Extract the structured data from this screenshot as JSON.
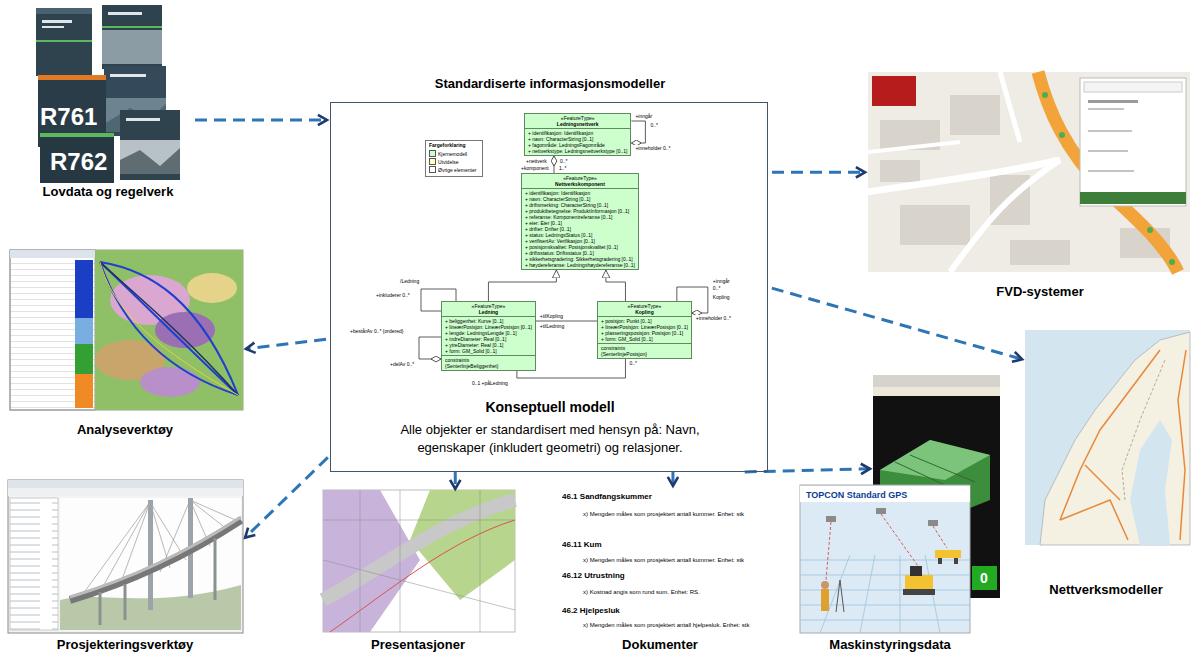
{
  "diagram": {
    "nodes": [
      {
        "text": [
          "R761",
          "R762",
          "Lovdata og regelverk"
        ]
      },
      {
        "text": [
          "Standardiserte informasjonsmodeller",
          "Konseptuell modell",
          "Alle objekter er standardisert med hensyn på: Navn, egenskaper (inkludert geometri) og relasjoner."
        ]
      },
      {
        "text": [
          "«FeatureType»",
          "Ledningsnettverk",
          "+ identifikasjon: Identifikasjon",
          "+ navn: CharacterString [0..1]",
          "+ fagområde: LedningsFagområde",
          "+ nettverkstype: Ledningsnettverkstype [0..1]"
        ],
        "in": 1
      },
      {
        "text": [
          "«FeatureType»",
          "Nettverkskomponent",
          "+ identifikasjon: Identifikasjon",
          "+ navn: CharacterString [0..1]",
          "+ driftsmerking: CharacterString [0..1]",
          "+ produktbetegnelse: ProduktInformasjon [0..1]",
          "+ referanse: Komponentreferanse [0..1]",
          "+ eier: Eier [0..1]",
          "+ drifter: Drifter [0..1]",
          "+ status: LedningsStatus [0..1]",
          "+ verifisertAv: Verifikasjon [0..1]",
          "+ posisjonskvalitet: Posisjonskvalitet [0..1]",
          "+ driftsstatus: Driftsstatus [0..1]",
          "+ sikkerhetsgradering: Sikkerhetsgradering [0..1]",
          "+ høydereferanse: Ledningshøydereferanse [0..1]"
        ],
        "in": 1
      },
      {
        "text": [
          "«FeatureType»",
          "Ledning",
          "+ beliggenhet: Kurve [0..1]",
          "+ lineærPosisjon: LineærPosisjon [0..1]",
          "+ lengde: LedningsLengde [0..1]",
          "+ indreDiameter: Real [0..1]",
          "+ ytreDiameter: Real [0..1]",
          "+ form: GM_Solid [0..1]",
          "constraints",
          "{SenterlinjeBeliggenhet}"
        ],
        "in": 1
      },
      {
        "text": [
          "«FeatureType»",
          "Kopling",
          "+ posisjon: Punkt [0..1]",
          "+ lineærPosisjon: LineærPosisjon [0..1]",
          "+ plasseringsposisjon: Posisjon [0..1]",
          "+ form: GM_Solid [0..1]",
          "constraints",
          "{SenterlinjePosisjon}"
        ],
        "in": 1
      },
      {
        "text": [
          "FVD-systemer"
        ]
      },
      {
        "text": [
          "Analyseverktøy"
        ]
      },
      {
        "text": [
          "Nettverksmodeller"
        ]
      },
      {
        "text": [
          "TOPCON Standard GPS",
          "0",
          "Maskinstyringsdata"
        ]
      },
      {
        "text": [
          "Prosjekteringsverktøy"
        ]
      },
      {
        "text": [
          "Presentasjoner"
        ]
      },
      {
        "text": [
          "46.1 Sandfangskummer",
          "x) Mengden måles som prosjektert antall kummer. Enhet: stk",
          "46.11 Kum",
          "x) Mengden måles som prosjektert antall kummer. Enhet: stk",
          "46.12 Utrustning",
          "x) Kostnad angis som rund sum. Enhet: RS.",
          "46.2 Hjelpesluk",
          "x) Mengden måles som prosjektert antall hjelpesluk. Enhet: stk",
          "Dokumenter"
        ]
      }
    ],
    "edges": [
      {
        "from": 0,
        "to": 1,
        "arrow": "to"
      },
      {
        "from": 1,
        "to": 6,
        "arrow": "to"
      },
      {
        "from": 1,
        "to": 7,
        "arrow": "to"
      },
      {
        "from": 1,
        "to": 8,
        "arrow": "to"
      },
      {
        "from": 1,
        "to": 9,
        "arrow": "to"
      },
      {
        "from": 1,
        "to": 10,
        "arrow": "to"
      },
      {
        "from": 1,
        "to": 11,
        "arrow": "to"
      },
      {
        "from": 1,
        "to": 12,
        "arrow": "to"
      },
      {
        "from": 3,
        "to": 2,
        "arrow": "to"
      },
      {
        "from": 4,
        "to": 3,
        "arrow": "to"
      },
      {
        "from": 5,
        "to": 3,
        "arrow": "to"
      },
      {
        "from": 4,
        "to": 5,
        "arrow": "none"
      },
      {
        "from": 5,
        "to": 4,
        "arrow": "none"
      }
    ],
    "labels": [
      "Fargeforklaring",
      "+inngår",
      "0..*",
      "+inneholder 0..*",
      "+nettverk",
      "0..*",
      "+komponent",
      "1..*",
      "/Ledning",
      "+inkluderer 0..*",
      "+inngår",
      "0..*",
      "Kopling",
      "+inneholder 0..*",
      "+tilKopling",
      "+tilLedning",
      "+bestårAv 0..* {ordered}",
      "+delAv 0..*",
      "0..1 +påLedning",
      "0..*"
    ],
    "legend": [
      {
        "text": "Kjernemodell",
        "color": "#ccffcc"
      },
      {
        "text": "Utvidelse",
        "color": "#ffffcc"
      },
      {
        "text": "Øvrige elementer",
        "color": "#ffffff"
      }
    ]
  }
}
